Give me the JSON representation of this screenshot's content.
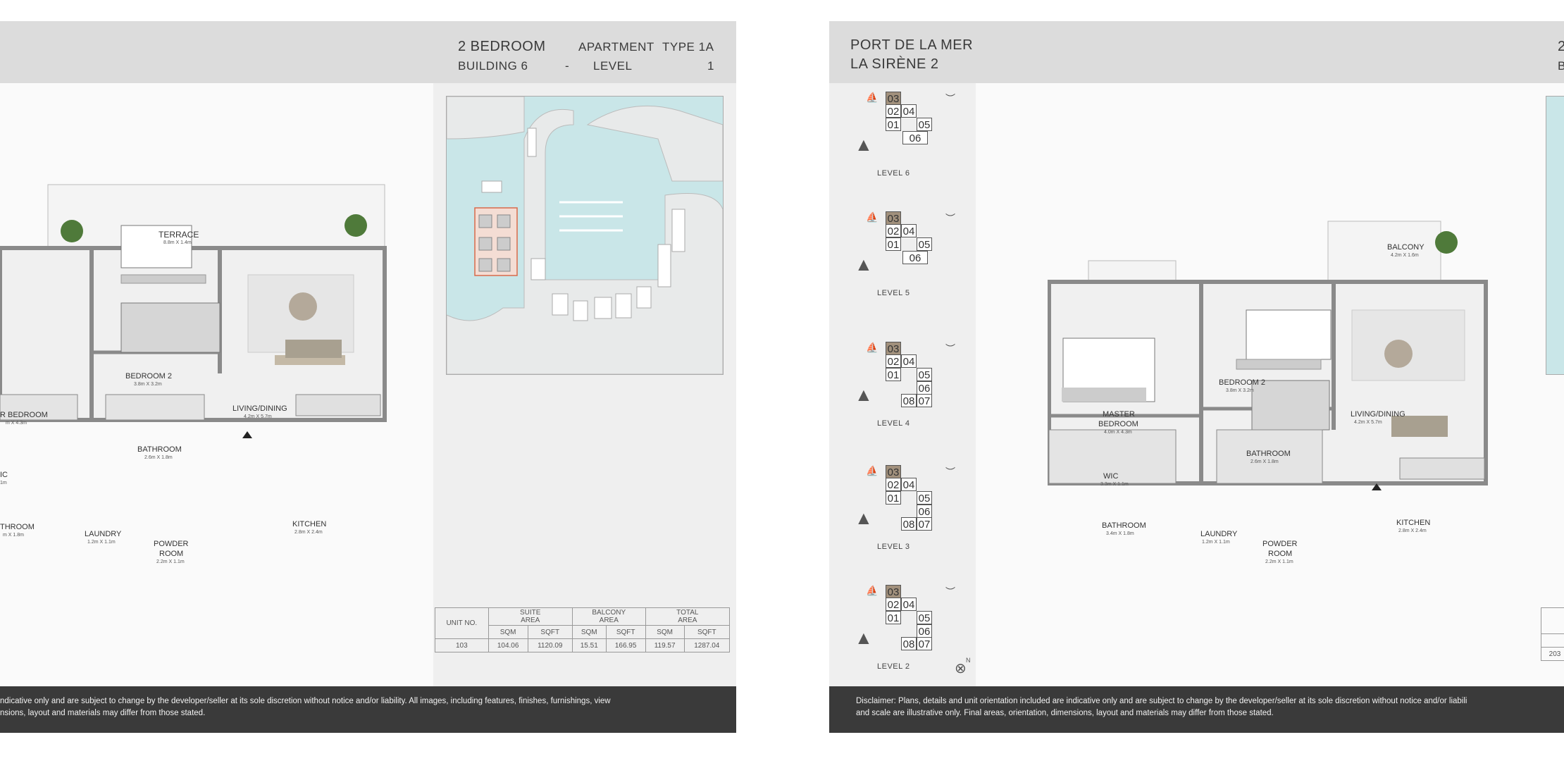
{
  "left_page": {
    "header": {
      "bedroom": "2 BEDROOM",
      "apartment": "APARTMENT",
      "type": "TYPE 1A",
      "building": "BUILDING 6",
      "dash": "-",
      "level_label": "LEVEL",
      "level_value": "1"
    },
    "rooms": {
      "terrace": "TERRACE",
      "terrace_dim": "8.8m X 1.4m",
      "bedroom2": "BEDROOM 2",
      "bedroom2_dim": "3.8m X 3.2m",
      "master": "R BEDROOM",
      "master_dim": "m X 4.3m",
      "living": "LIVING/DINING",
      "living_dim": "4.2m X 5.7m",
      "bath": "BATHROOM",
      "bath_dim": "2.6m X 1.8m",
      "wic": "IC",
      "wic_dim": "1m",
      "bath2": "THROOM",
      "bath2_dim": "m X 1.8m",
      "laundry": "LAUNDRY",
      "laundry_dim": "1.2m X 1.1m",
      "powder": "POWDER",
      "powder2": "ROOM",
      "powder_dim": "2.2m X 1.1m",
      "kitchen": "KITCHEN",
      "kitchen_dim": "2.8m X 2.4m"
    },
    "table": {
      "unit_label": "UNIT NO.",
      "suite_area": "SUITE",
      "suite_area2": "AREA",
      "balcony_area": "BALCONY",
      "balcony_area2": "AREA",
      "total_area": "TOTAL",
      "total_area2": "AREA",
      "sqm": "SQM",
      "sqft": "SQFT",
      "row": [
        "103",
        "104.06",
        "1120.09",
        "15.51",
        "166.95",
        "119.57",
        "1287.04"
      ]
    },
    "disclaimer_line1": "ndicative only and are subject to change by the developer/seller at its sole discretion without notice and/or liability. All images, including features, finishes, furnishings, view",
    "disclaimer_line2": "nsions, layout and materials may differ from those stated."
  },
  "right_page": {
    "header": {
      "title1": "PORT DE LA MER",
      "title2": "LA SIRÈNE 2",
      "cut1": "2",
      "cut2": "B"
    },
    "levels": [
      {
        "label": "LEVEL 6",
        "cells": [
          "03",
          "02",
          "04",
          "01",
          "05",
          "06"
        ]
      },
      {
        "label": "LEVEL 5",
        "cells": [
          "03",
          "02",
          "04",
          "01",
          "05",
          "06"
        ]
      },
      {
        "label": "LEVEL 4",
        "cells": [
          "03",
          "02",
          "04",
          "01",
          "05",
          "06",
          "08",
          "07"
        ]
      },
      {
        "label": "LEVEL 3",
        "cells": [
          "03",
          "02",
          "04",
          "01",
          "05",
          "06",
          "08",
          "07"
        ]
      },
      {
        "label": "LEVEL 2",
        "cells": [
          "03",
          "02",
          "04",
          "01",
          "05",
          "06",
          "08",
          "07"
        ]
      }
    ],
    "north": "N",
    "rooms": {
      "balcony": "BALCONY",
      "balcony_dim": "4.2m X 1.6m",
      "master": "MASTER",
      "master2": "BEDROOM",
      "master_dim": "4.0m X 4.3m",
      "bedroom2": "BEDROOM 2",
      "bedroom2_dim": "3.8m X 3.2m",
      "living": "LIVING/DINING",
      "living_dim": "4.2m X 5.7m",
      "bath": "BATHROOM",
      "bath_dim": "2.6m X 1.8m",
      "wic": "WIC",
      "wic_dim": "3.3m X 1.1m",
      "bath2": "BATHROOM",
      "bath2_dim": "3.4m X 1.8m",
      "laundry": "LAUNDRY",
      "laundry_dim": "1.2m X 1.1m",
      "powder": "POWDER",
      "powder2": "ROOM",
      "powder_dim": "2.2m X 1.1m",
      "kitchen": "KITCHEN",
      "kitchen_dim": "2.8m X 2.4m"
    },
    "table_unit": "203",
    "disclaimer_line1": "Disclaimer: Plans, details and unit orientation included are indicative only and are subject to change by the developer/seller at its sole discretion without notice and/or liabili",
    "disclaimer_line2": "and scale are illustrative only. Final areas, orientation, dimensions, layout and materials may differ from those stated."
  }
}
